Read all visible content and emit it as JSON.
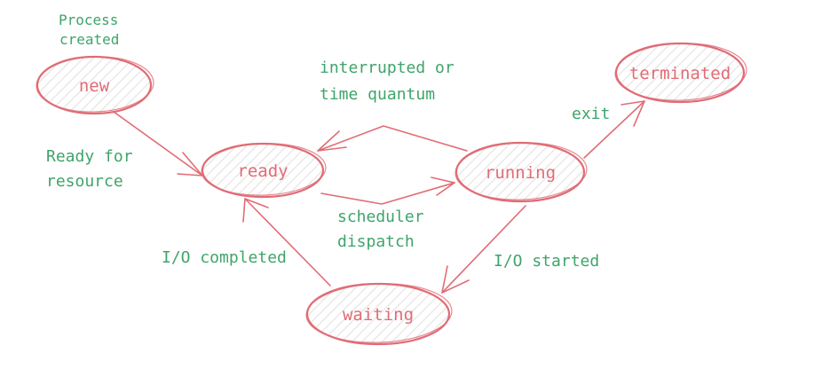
{
  "colors": {
    "node_stroke": "#e06c75",
    "label_text": "#3fa46a",
    "hatch": "#e9e9e9"
  },
  "nodes": {
    "new": "new",
    "ready": "ready",
    "running": "running",
    "waiting": "waiting",
    "terminated": "terminated"
  },
  "notes": {
    "process_created_line1": "Process",
    "process_created_line2": "created"
  },
  "edges": {
    "new_to_ready_line1": "Ready for",
    "new_to_ready_line2": "resource",
    "running_to_ready_line1": "interrupted or",
    "running_to_ready_line2": "time quantum",
    "ready_to_running_line1": "scheduler",
    "ready_to_running_line2": "dispatch",
    "running_to_terminated": "exit",
    "running_to_waiting": "I/O started",
    "waiting_to_ready": "I/O completed"
  }
}
